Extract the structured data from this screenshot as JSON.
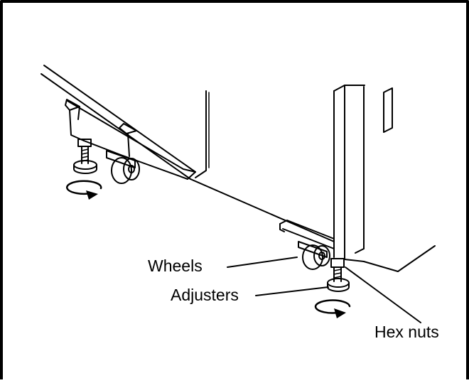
{
  "figure": {
    "callouts": {
      "wheels": "Wheels",
      "adjusters": "Adjusters",
      "hex_nuts": "Hex nuts"
    },
    "icons": [
      "rotate-arrow-icon",
      "rotate-arrow-icon"
    ]
  }
}
